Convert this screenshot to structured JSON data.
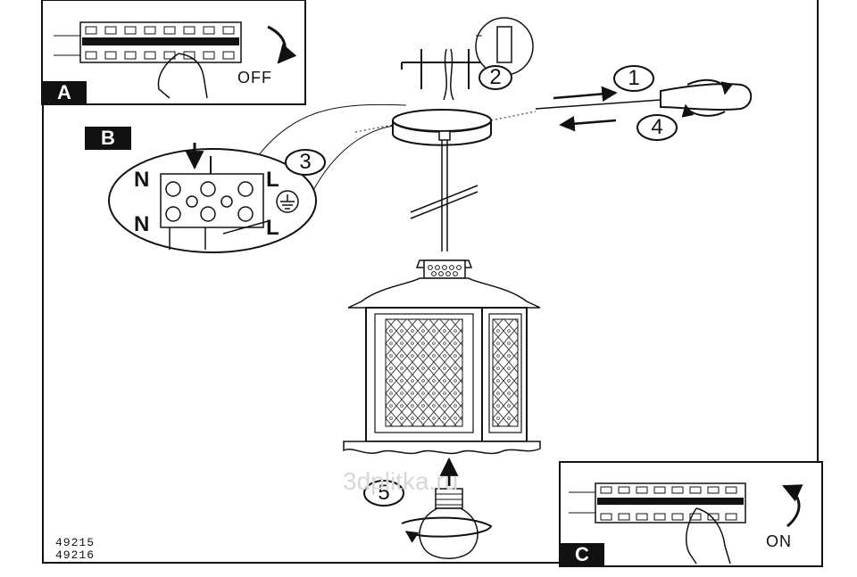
{
  "panels": {
    "a": {
      "letter": "A",
      "switch_label": "OFF"
    },
    "b": {
      "letter": "B"
    },
    "c": {
      "letter": "C",
      "switch_label": "ON"
    }
  },
  "steps": [
    "1",
    "2",
    "3",
    "4",
    "5"
  ],
  "terminal_labels": {
    "neutral_top": "N",
    "live_top": "L",
    "neutral_bottom": "N",
    "live_bottom": "L"
  },
  "watermark": "3dplitka.ru",
  "article_numbers": [
    "49215",
    "49216"
  ]
}
